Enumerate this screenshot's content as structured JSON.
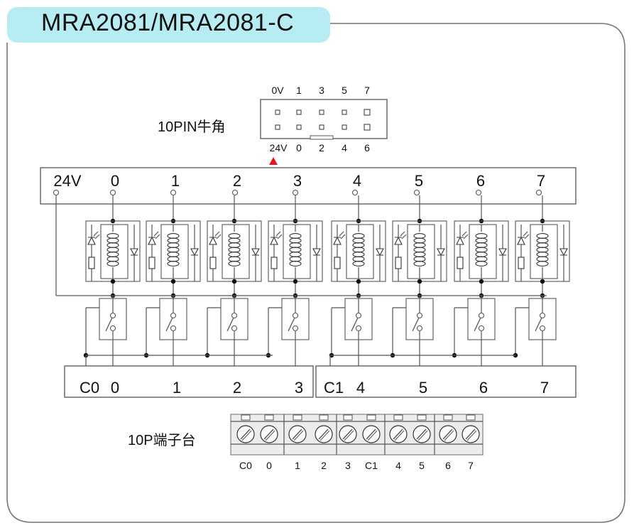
{
  "title": "MRA2081/MRA2081-C",
  "header_label": "10PIN牛角",
  "header_top_pins": [
    "0V",
    "1",
    "3",
    "5",
    "7"
  ],
  "header_bottom_pins": [
    "24V",
    "0",
    "2",
    "4",
    "6"
  ],
  "input_bar_labels": [
    "24V",
    "0",
    "1",
    "2",
    "3",
    "4",
    "5",
    "6",
    "7"
  ],
  "output_group_a_labels": [
    "C0",
    "0",
    "1",
    "2",
    "3"
  ],
  "output_group_b_labels": [
    "C1",
    "4",
    "5",
    "6",
    "7"
  ],
  "terminal_label": "10P端子台",
  "terminal_pins": [
    "C0",
    "0",
    "1",
    "2",
    "3",
    "C1",
    "4",
    "5",
    "6",
    "7"
  ],
  "colors": {
    "title_tab": "#b6ecf2",
    "pin1_marker": "#e8151b",
    "line": "#555555",
    "terminal_face": "#ececec"
  }
}
